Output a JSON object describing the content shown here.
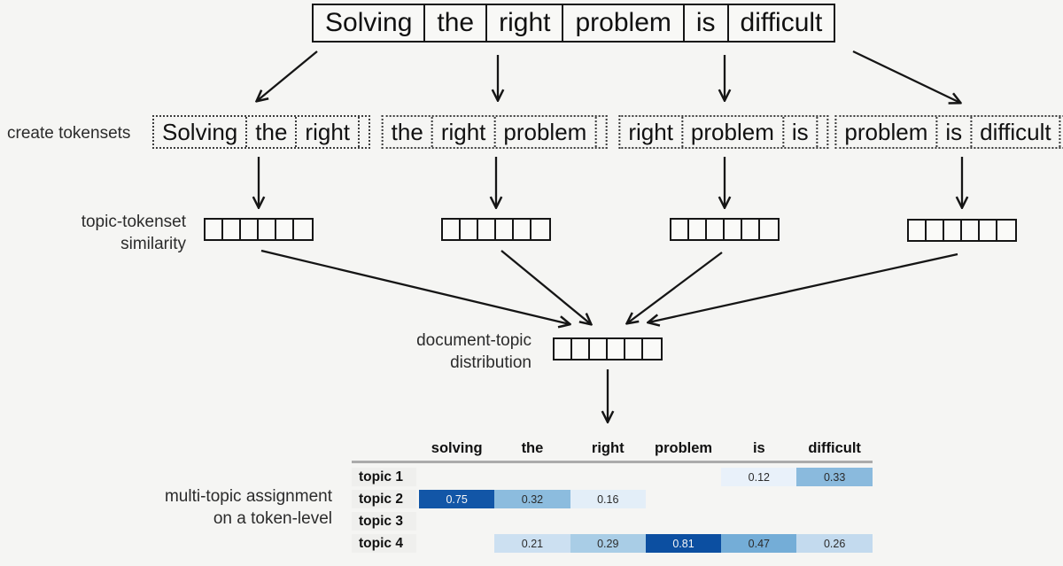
{
  "colors": {
    "page_bg": "#f5f5f3",
    "border": "#151515",
    "rule": "#ababab",
    "row_label_bg": "#efefed",
    "heat_dark_blue": "#0c4fa1",
    "heat_light_blue": "#e9f1fa"
  },
  "sentence": {
    "words": [
      "Solving",
      "the",
      "right",
      "problem",
      "is",
      "difficult"
    ]
  },
  "flow": {
    "create_tokensets_label": "create tokensets",
    "similarity_label_line1": "topic-tokenset",
    "similarity_label_line2": "similarity",
    "dist_label_line1": "document-topic",
    "dist_label_line2": "distribution",
    "assignment_label_line1": "multi-topic assignment",
    "assignment_label_line2": "on a token-level"
  },
  "tokensets": [
    {
      "words": [
        "Solving",
        "the",
        "right"
      ]
    },
    {
      "words": [
        "the",
        "right",
        "problem"
      ]
    },
    {
      "words": [
        "right",
        "problem",
        "is"
      ]
    },
    {
      "words": [
        "problem",
        "is",
        "difficult"
      ]
    }
  ],
  "vector_cells": 6,
  "chart_data": {
    "type": "heatmap",
    "title": "multi-topic assignment on a token-level",
    "columns": [
      "solving",
      "the",
      "right",
      "problem",
      "is",
      "difficult"
    ],
    "rows": [
      "topic 1",
      "topic 2",
      "topic 3",
      "topic 4"
    ],
    "values": [
      [
        null,
        null,
        null,
        null,
        0.12,
        0.33
      ],
      [
        0.75,
        0.32,
        0.16,
        null,
        null,
        null
      ],
      [
        null,
        null,
        null,
        null,
        null,
        null
      ],
      [
        null,
        0.21,
        0.29,
        0.81,
        0.47,
        0.26
      ]
    ],
    "cell_colors": [
      [
        null,
        null,
        null,
        null,
        "#e9f1fa",
        "#8abadd"
      ],
      [
        "#1256a7",
        "#8cbcde",
        "#e3eef8",
        null,
        null,
        null
      ],
      [
        null,
        null,
        null,
        null,
        null,
        null
      ],
      [
        null,
        "#cce0f1",
        "#a9cde6",
        "#0c4fa1",
        "#74add7",
        "#c3daee"
      ]
    ],
    "colormap": "Blues",
    "value_range": [
      0,
      1
    ],
    "white_text_threshold": 0.6,
    "legend": "none",
    "grid": false
  }
}
